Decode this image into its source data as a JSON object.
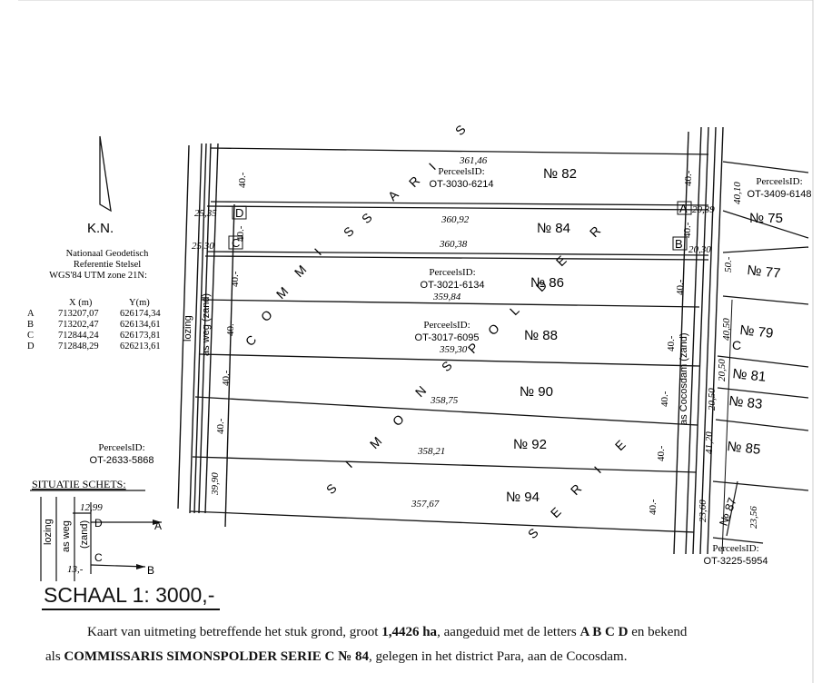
{
  "north": {
    "label": "K.N."
  },
  "datum": {
    "line1": "Nationaal Geodetisch",
    "line2": "Referentie Stelsel",
    "line3": "WGS'84 UTM zone 21N:"
  },
  "coords": {
    "header_x": "X (m)",
    "header_y": "Y(m)",
    "rows": [
      {
        "pt": "A",
        "x": "713207,07",
        "y": "626174,34"
      },
      {
        "pt": "B",
        "x": "713202,47",
        "y": "626134,61"
      },
      {
        "pt": "C",
        "x": "712844,24",
        "y": "626173,81"
      },
      {
        "pt": "D",
        "x": "712848,29",
        "y": "626213,61"
      }
    ]
  },
  "lots": {
    "n82": "№ 82",
    "n84": "№ 84",
    "n86": "№ 86",
    "n88": "№ 88",
    "n90": "№ 90",
    "n92": "№ 92",
    "n94": "№ 94",
    "n75": "№ 75",
    "n77": "№ 77",
    "n79": "№ 79",
    "n81": "№ 81",
    "n83": "№ 83",
    "n85": "№ 85",
    "n87": "№ 87"
  },
  "perceels": {
    "label": "PerceelsID:",
    "p82": "OT-3030-6214",
    "p86": "OT-3021-6134",
    "p88": "OT-3017-6095",
    "p75": "OT-3409-6148",
    "p_left": "OT-2633-5868",
    "p_right": "OT-3225-5954"
  },
  "lengths": {
    "l1": "361,46",
    "l2": "360,92",
    "l3": "360,38",
    "l4": "359,84",
    "l5": "359,30",
    "l6": "358,75",
    "l7": "358,21",
    "l8": "357,67"
  },
  "dims": {
    "w40": "40.-",
    "d25_35": "25,35",
    "d25_30": "25,30",
    "d20_39": "20,39",
    "d20_30": "20,30",
    "d39_90": "39,90",
    "d40_10": "40,10",
    "d50": "50.-",
    "d40_50": "40,50",
    "d20_50a": "20,50",
    "d20_50b": "20,50",
    "d41_20": "41,20",
    "d23_60": "23,60",
    "d23_56": "23,56"
  },
  "corners": {
    "a": "A",
    "b": "B",
    "c": "C",
    "d": "D"
  },
  "roads": {
    "lozing": "lozing",
    "asweg": "as weg (zand)",
    "cocosdam": "as Cocosdam (zand)"
  },
  "letters": {
    "commissaris": [
      "C",
      "O",
      "M",
      "M",
      "I",
      "S",
      "S",
      "A",
      "R",
      "I",
      "S"
    ],
    "simonspolder": [
      "S",
      "I",
      "M",
      "O",
      "N",
      "S",
      "P",
      "O",
      "L",
      "D",
      "E",
      "R"
    ],
    "serie": [
      "S",
      "E",
      "R",
      "I",
      "E"
    ],
    "c_letter": "C"
  },
  "sketch": {
    "title": "SITUATIE SCHETS:",
    "dim1": "12,99",
    "dim2": "13,-",
    "lozing": "lozing",
    "asweg": "as weg",
    "zand": "(zand)",
    "a": "A",
    "b": "B",
    "c": "C",
    "d": "D"
  },
  "scale": {
    "text": "SCHAAL 1: 3000,-"
  },
  "caption": {
    "t1": "Kaart van uitmeting betreffende het stuk grond, groot ",
    "area": "1,4426 ha",
    "t2": ", aangeduid met de letters ",
    "letters": "A B C D",
    "t3": " en bekend",
    "t4": "als ",
    "name": "COMMISSARIS SIMONSPOLDER SERIE C № 84",
    "t5": ", gelegen in het district Para, aan de Cocosdam."
  }
}
